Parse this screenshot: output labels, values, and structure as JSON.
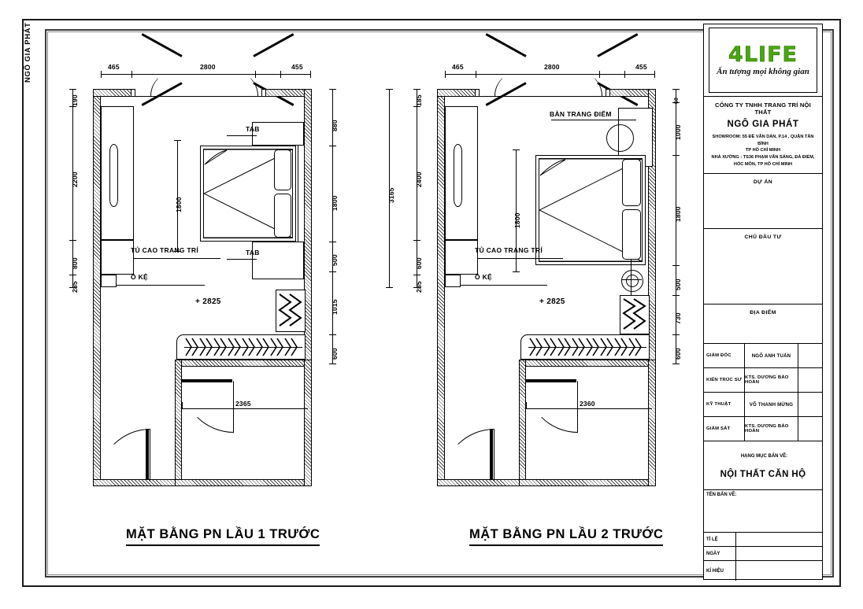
{
  "sheet": {
    "side_label": "NGÔ GIA PHÁT"
  },
  "plans": [
    {
      "id": "plan-left",
      "title": "MẶT BẰNG PN LẦU 1 TRƯỚC",
      "level_mark": "+ 2825",
      "top_dims": [
        "465",
        "2800",
        "455"
      ],
      "left_dims": [
        "190",
        "2200",
        "800",
        "285"
      ],
      "right_dims": [
        "880",
        "1800",
        "500",
        "1015",
        "600"
      ],
      "bed_dim": "1800",
      "door_dim": "2365",
      "labels": {
        "tab_top": "TAB",
        "tab_bottom": "TAB",
        "wardrobe": "TỦ CAO TRANG TRÍ",
        "shelf": "Ô KỆ"
      }
    },
    {
      "id": "plan-right",
      "title": "MẶT BẰNG PN LẦU 2 TRƯỚC",
      "level_mark": "+ 2825",
      "top_dims": [
        "465",
        "2800",
        "455"
      ],
      "left_dims": [
        "185",
        "2400",
        "600",
        "285"
      ],
      "left_total": "3165",
      "right_dims": [
        "60",
        "1000",
        "1800",
        "500",
        "730",
        "600"
      ],
      "bed_dim": "1800",
      "door_dim": "2360",
      "labels": {
        "vanity": "BÀN TRANG ĐIỂM",
        "wardrobe": "TỦ CAO TRANG TRÍ",
        "shelf": "Ô KỆ"
      }
    }
  ],
  "title_block": {
    "logo": {
      "main": "4LIFE",
      "tagline": "Ấn tượng mọi không gian",
      "color": "#4aa80f"
    },
    "company_line1": "CÔNG TY TNHH TRANG TRÍ NỘI THẤT",
    "company_name": "NGÔ GIA PHÁT",
    "address_line1": "SHOWROOM: 55 ĐỀ VĂN DÀN, P.14 , QUẬN TÂN BÌNH",
    "address_line2": "TP HỒ CHÍ MINH",
    "address_line3": "NHÀ XƯỞNG : TS36 PHẠM VĂN SÁNG, ĐÀ ĐIỂM,",
    "address_line4": "HÓC MÔN, TP HỒ CHÍ MINH",
    "row_project": "DỰ ÁN",
    "row_investor": "CHỦ ĐẦU TƯ",
    "row_location": "ĐỊA ĐIỂM",
    "signatures": [
      {
        "role": "GIÁM ĐỐC",
        "name": "NGÔ ANH TUẤN"
      },
      {
        "role": "KIẾN TRÚC SƯ",
        "name": "KTS. DƯƠNG BẢO HOÀN"
      },
      {
        "role": "KỸ THUẬT",
        "name": "VÕ THANH MỪNG"
      },
      {
        "role": "GIÁM SÁT",
        "name": "KTS. DƯƠNG BẢO HOÀN"
      }
    ],
    "category_label": "HẠNG MỤC BẢN VẼ:",
    "category_value": "NỘI THẤT CĂN HỘ",
    "drawing_name_label": "TÊN BẢN VẼ:",
    "footer": [
      {
        "label": "TỈ LỆ",
        "value": ""
      },
      {
        "label": "NGÀY",
        "value": ""
      },
      {
        "label": "KÍ HIỆU",
        "value": ""
      }
    ]
  }
}
